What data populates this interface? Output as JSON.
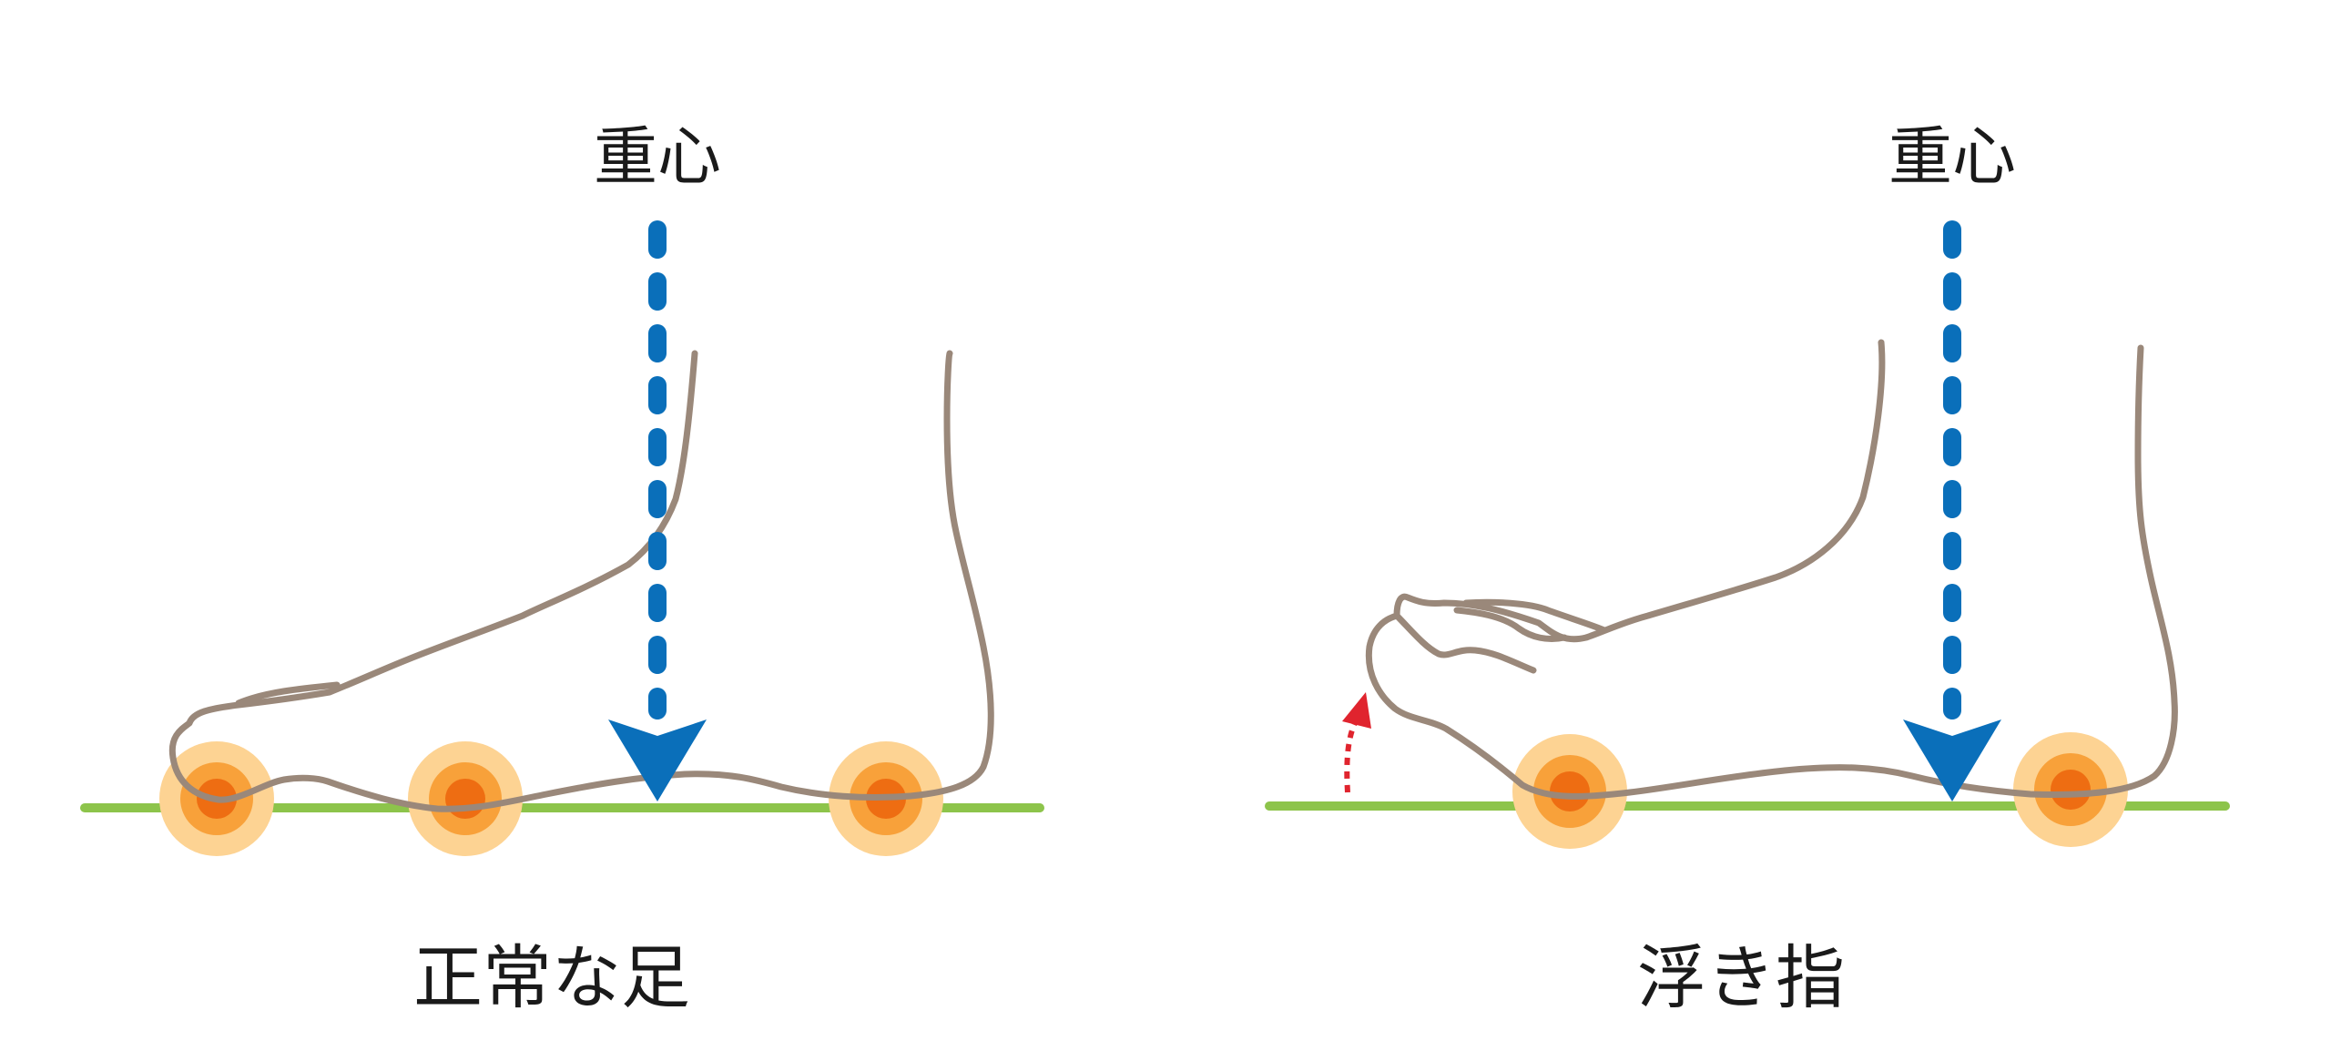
{
  "panels": [
    {
      "id": "normal",
      "gravity_label": "重心",
      "caption": "正常な足"
    },
    {
      "id": "floating",
      "gravity_label": "重心",
      "caption": "浮き指"
    }
  ],
  "colors": {
    "gravity_arrow": "#0a6fba",
    "ground": "#8dc44b",
    "foot_outline": "#9a887a",
    "pressure_outer": "#fdd393",
    "pressure_middle": "#f8a13a",
    "pressure_inner": "#ee6d12",
    "lift_arrow": "#e0242e"
  }
}
